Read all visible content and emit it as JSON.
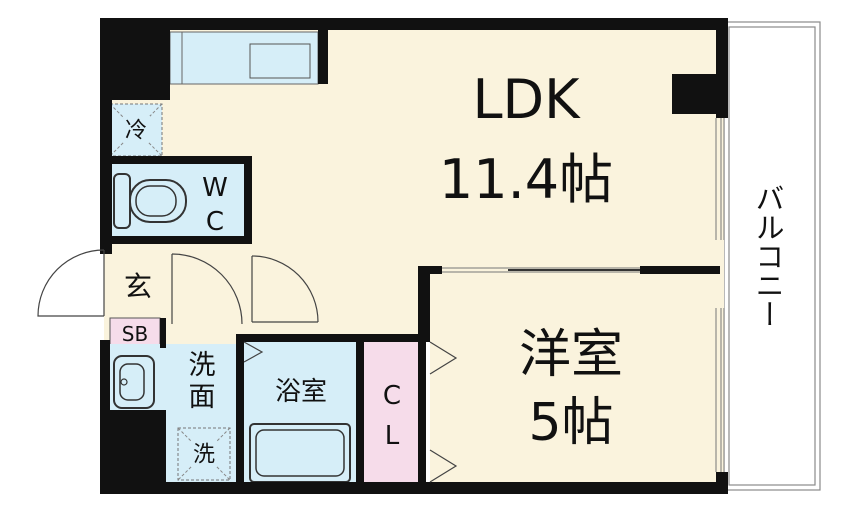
{
  "floorplan": {
    "rooms": {
      "ldk": {
        "name": "LDK",
        "size": "11.4帖"
      },
      "western_room": {
        "name": "洋室",
        "size": "5帖"
      },
      "balcony": {
        "name": "バルコニー"
      },
      "toilet": {
        "line1": "W",
        "line2": "C"
      },
      "entrance": {
        "name": "玄"
      },
      "shoe_box": {
        "name": "SB"
      },
      "washroom": {
        "line1": "洗",
        "line2": "面"
      },
      "washer": {
        "name": "洗"
      },
      "fridge": {
        "name": "冷"
      },
      "bathroom": {
        "name": "浴室"
      },
      "closet": {
        "line1": "C",
        "line2": "L"
      }
    },
    "colors": {
      "floor": "#faf3dd",
      "water_area": "#d6eef8",
      "closet": "#f6dcea",
      "shoe_box": "#f6dcea",
      "wall": "#111111"
    }
  }
}
